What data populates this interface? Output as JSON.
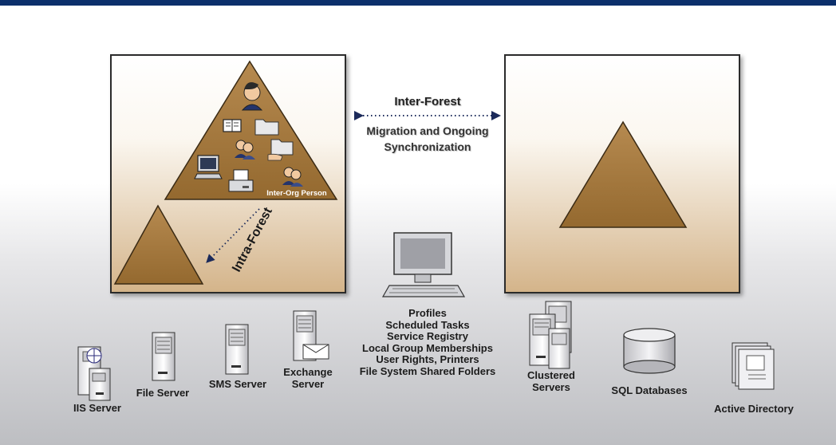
{
  "diagram": {
    "inter_forest": {
      "title": "Inter-Forest",
      "line1": "Migration and Ongoing",
      "line2": "Synchronization"
    },
    "intra_forest": "Intra-Forest",
    "inter_org_person": "Inter-Org Person",
    "center_list": [
      "Profiles",
      "Scheduled Tasks",
      "Service Registry",
      "Local Group Memberships",
      "User Rights, Printers",
      "File System Shared Folders"
    ],
    "servers": {
      "iis": "IIS Server",
      "file": "File Server",
      "sms": "SMS Server",
      "exchange_1": "Exchange",
      "exchange_2": "Server",
      "clustered_1": "Clustered",
      "clustered_2": "Servers",
      "sql": "SQL Databases",
      "ad": "Active Directory"
    }
  },
  "colors": {
    "top_bar": "#0b2f6b",
    "triangle": "#a77c45",
    "triangle_edge": "#3a2a14",
    "panel_bottom": "#d4b48a"
  }
}
